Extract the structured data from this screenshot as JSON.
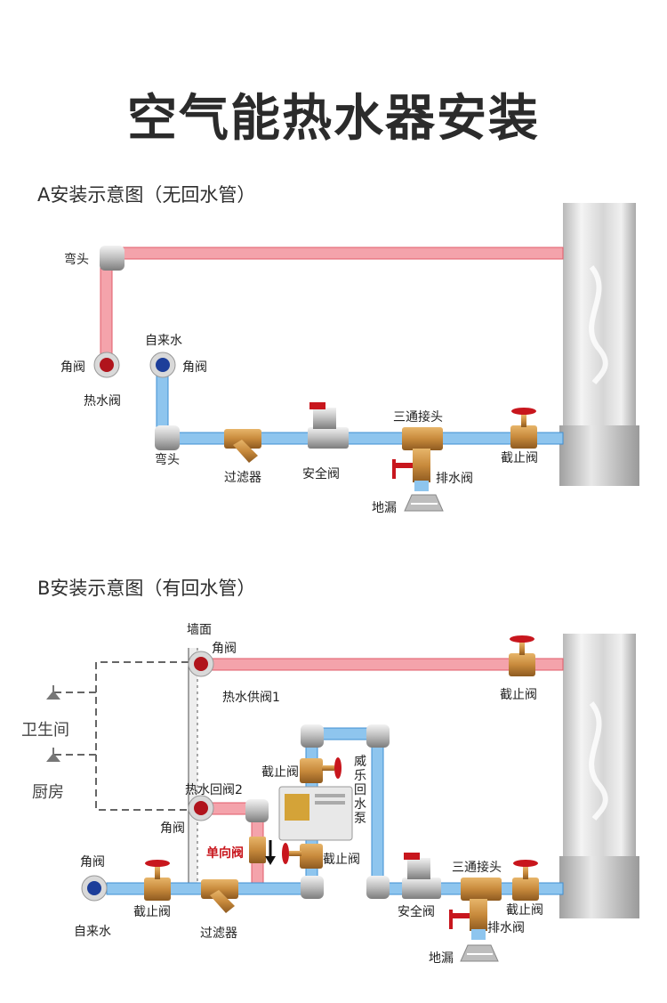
{
  "title": "空气能热水器安装",
  "section_a": {
    "heading": "A安装示意图（无回水管）",
    "labels": {
      "elbow_top": "弯头",
      "tap_water": "自来水",
      "angle_valve_left": "角阀",
      "angle_valve_right": "角阀",
      "hot_water_valve": "热水阀",
      "elbow_bottom": "弯头",
      "filter": "过滤器",
      "safety_valve": "安全阀",
      "tee": "三通接头",
      "drain_valve": "排水阀",
      "stop_valve": "截止阀",
      "floor_drain": "地漏"
    }
  },
  "section_b": {
    "heading": "B安装示意图（有回水管）",
    "labels": {
      "wall": "墙面",
      "angle_valve_top": "角阀",
      "hot_supply_valve": "热水供阀1",
      "stop_valve_top": "截止阀",
      "bathroom": "卫生间",
      "kitchen": "厨房",
      "hot_return_valve": "热水回阀2",
      "angle_valve_return": "角阀",
      "check_valve": "单向阀",
      "stop_valve_pump_top": "截止阀",
      "stop_valve_pump_bottom": "截止阀",
      "pump": "威乐回水泵",
      "angle_valve_inlet": "角阀",
      "stop_valve_inlet": "截止阀",
      "tap_water": "自来水",
      "filter": "过滤器",
      "safety_valve": "安全阀",
      "tee": "三通接头",
      "stop_valve_right": "截止阀",
      "drain_valve": "排水阀",
      "floor_drain": "地漏"
    }
  },
  "colors": {
    "hot_pipe": "#f4a3ab",
    "hot_pipe_edge": "#e25b69",
    "cold_pipe": "#8ec5ee",
    "cold_pipe_edge": "#3f8fd3",
    "brass": "#c88a3c",
    "handle": "#d0262b",
    "dashed": "#666666"
  }
}
